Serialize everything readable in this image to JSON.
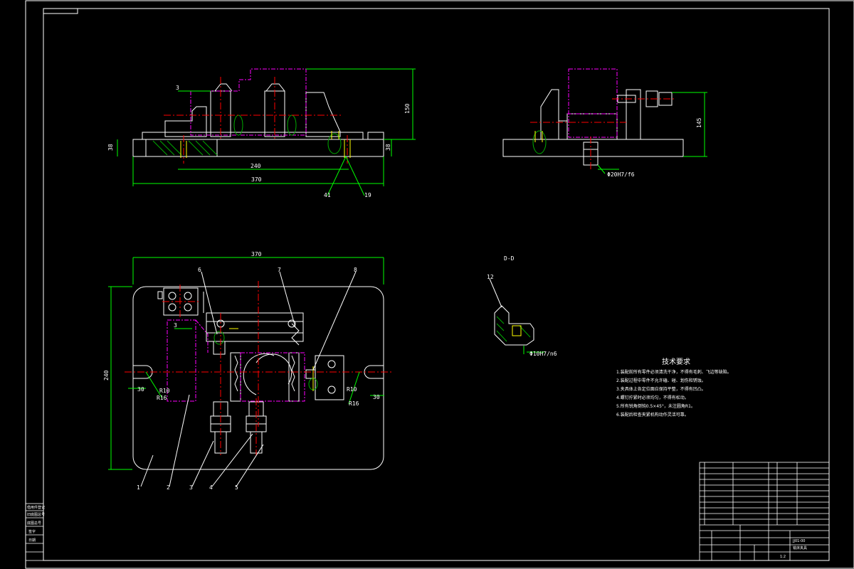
{
  "drawing": {
    "dims": {
      "front_thk": "38",
      "front_sub": "240",
      "front_len": "370",
      "front_h": "150",
      "front_gap": "3",
      "front_hole_a": "41",
      "front_hole_b": "19",
      "side_h": "145",
      "side_bore": "Φ20H7/f6",
      "plan_len": "370",
      "plan_width": "240",
      "plan_slot_l": "30",
      "plan_slot_r": "30",
      "plan_gap": "3",
      "plan_r10_l": "R10",
      "plan_r16_l": "R16",
      "plan_r10_r": "R10",
      "plan_r16_r": "R16",
      "section_label": "D-D",
      "section_item": "12",
      "section_fit": "Φ10H7/n6"
    },
    "balloons": [
      "1",
      "2",
      "3",
      "4",
      "5",
      "6",
      "7",
      "8"
    ]
  },
  "technical_requirements": {
    "title": "技术要求",
    "items": [
      "1.装配前所有零件必须清洗干净，不得有毛刺、飞边等缺陷。",
      "2.装配过程中零件不允许磕、碰、划伤和锈蚀。",
      "3.夹具体上各定位面应保持平整，不得有凹凸。",
      "4.螺钉拧紧时必须均匀，不得有松动。",
      "5.所有锐角倒钝0.5×45°，未注圆角R1。",
      "6.装配后检查夹紧机构动作灵活可靠。"
    ]
  },
  "title_block": {
    "drawing_no": "JJ01-00",
    "title_name": "铣床夹具",
    "scale": "1:2"
  },
  "side_block": {
    "labels": [
      "借用件登记",
      "旧底图总号",
      "底图总号",
      "签字",
      "日期"
    ]
  },
  "colors": {
    "background": "#000000",
    "outline": "#ffffff",
    "centerline": "#ff0000",
    "phantom": "#ff00ff",
    "dimension": "#00ff00",
    "hatch": "#00aa00",
    "hidden": "#ffff00"
  }
}
